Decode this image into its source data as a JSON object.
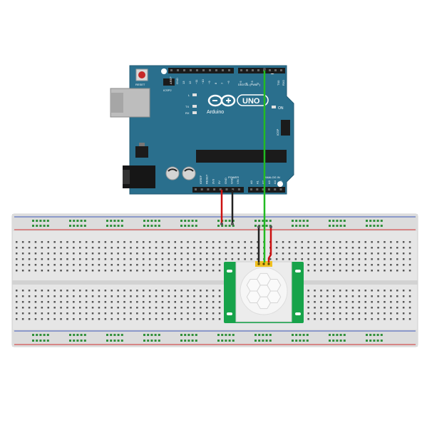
{
  "board": {
    "reset_label": "RESET",
    "icsp2_label": "ICSP2",
    "icsp_label": "ICSP",
    "led_l_label": "L",
    "led_tx_label": "TX",
    "led_rx_label": "RX",
    "on_label": "ON",
    "brand_label": "Arduino",
    "model_label": "UNO",
    "digital_label": "DIGITAL (PWM~)",
    "power_label": "POWER",
    "analog_label": "ANALOG IN",
    "tx_pin_label": "TX0",
    "rx_pin_label": "RX0",
    "top_header_labels": [
      "AREF",
      "GND",
      "13",
      "12",
      "~11",
      "~10",
      "~9",
      "8",
      "7",
      "~6",
      "~5",
      "4",
      "~3",
      "2"
    ],
    "bottom_power_labels": [
      "IOREF",
      "RESET",
      "3V3",
      "5V",
      "GND",
      "GND",
      "VIN"
    ],
    "bottom_analog_labels": [
      "A0",
      "A1",
      "A2",
      "A3",
      "A4",
      "A5"
    ]
  },
  "colors": {
    "board": "#2a6f8d",
    "breadboard": "#e8e8e8",
    "rail_red": "#d03030",
    "rail_blue": "#3b57b8",
    "wire_red": "#cc1111",
    "wire_black": "#222222",
    "wire_green": "#22bb22",
    "sensor_pcb": "#17a34a"
  },
  "wires": [
    {
      "name": "red-wire",
      "color": "red"
    },
    {
      "name": "black-wire",
      "color": "black"
    },
    {
      "name": "green-wire",
      "color": "green"
    }
  ]
}
